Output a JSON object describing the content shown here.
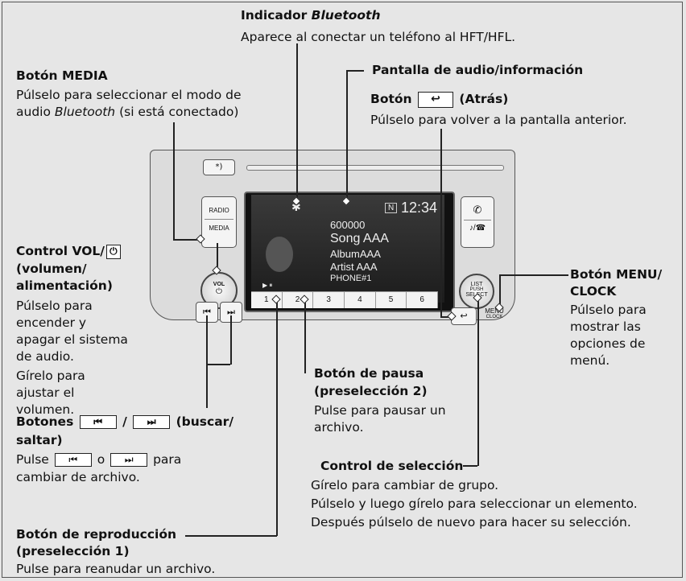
{
  "labels": {
    "bt_title_prefix": "Indicador ",
    "bt_title_italic": "Bluetooth",
    "bt_desc": "Aparece al conectar un teléfono al HFT/HFL.",
    "media_title": "Botón MEDIA",
    "media_desc1": "Púlselo para seleccionar el modo de",
    "media_desc2_prefix": "audio ",
    "media_desc2_italic": "Bluetooth",
    "media_desc2_suffix": " (si está conectado)",
    "screen_title": "Pantalla de audio/información",
    "back_title_prefix": "Botón",
    "back_title_suffix": "(Atrás)",
    "back_desc": "Púlselo para volver a la pantalla anterior.",
    "vol_title1": "Control VOL/",
    "vol_title2": "(volumen/",
    "vol_title3": "alimentación)",
    "vol_desc": [
      "Púlselo para",
      "encender y",
      "apagar el sistema",
      "de audio.",
      "Gírelo para",
      "ajustar el",
      "volumen."
    ],
    "menu_title1": "Botón MENU/",
    "menu_title2": "CLOCK",
    "menu_desc": [
      "Púlselo para",
      "mostrar las",
      "opciones de",
      "menú."
    ],
    "pause_title1": "Botón de pausa",
    "pause_title2": "(preselección 2)",
    "pause_desc": [
      "Pulse para pausar un",
      "archivo."
    ],
    "seek_title_prefix": "Botones",
    "seek_title_sep": "/",
    "seek_title_suffix": "(buscar/",
    "seek_title2": "saltar)",
    "seek_desc1_prefix": "Pulse",
    "seek_desc1_mid": "o",
    "seek_desc1_suffix": "para",
    "seek_desc2": "cambiar de archivo.",
    "select_title": "Control de selección",
    "select_desc": [
      "Gírelo para cambiar de grupo.",
      "Púlselo y luego gírelo para seleccionar un elemento.",
      "Después púlselo de nuevo para hacer su selección."
    ],
    "play_title1": "Botón de reproducción",
    "play_title2": "(preselección 1)",
    "play_desc": "Pulse para reanudar un archivo."
  },
  "device": {
    "sound_btn": "*)",
    "radio_label": "RADIO",
    "media_label": "MEDIA",
    "vol_label": "VOL",
    "vol_power": "⏻",
    "seek_back": "⏮",
    "seek_fwd": "⏭",
    "phone_icon": "✆",
    "music_phone": "♪/☎",
    "select_label1": "LIST",
    "select_label2": "PUSH",
    "select_label3": "SELECT",
    "menu_label": "MENU",
    "clock_label": "CLOCK",
    "back_icon": "↩",
    "screen": {
      "folder_badge": "N",
      "clock": "12:34",
      "track_number": "600000",
      "song": "Song AAA",
      "album": "AlbumAAA",
      "artist": "Artist AAA",
      "phone": "PHONE#1",
      "play_icons": "▶  ⏸"
    },
    "presets": [
      "1",
      "2",
      "3",
      "4",
      "5",
      "6"
    ]
  },
  "icons": [
    "bluetooth-icon",
    "power-icon",
    "back-arrow-icon",
    "seek-back-icon",
    "seek-forward-icon",
    "phone-icon"
  ]
}
